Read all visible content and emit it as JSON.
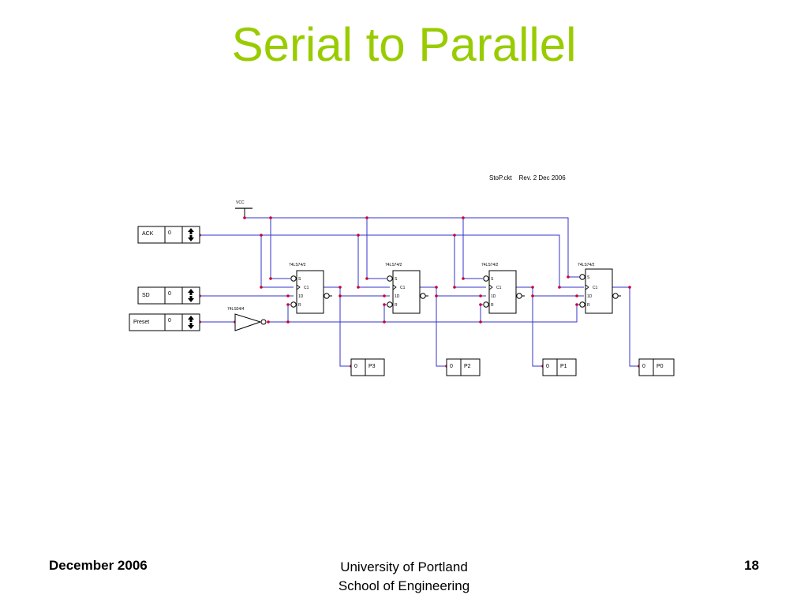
{
  "slide": {
    "title": "Serial to Parallel",
    "footer_left": "December 2006",
    "footer_center_line1": "University of Portland",
    "footer_center_line2": "School of Engineering",
    "page_number": "18"
  },
  "circuit": {
    "file_label": "StoP.ckt    Rev. 2 Dec 2006",
    "vcc_label": "VCC",
    "inputs": [
      {
        "label": "ACK",
        "value": "0"
      },
      {
        "label": "SD",
        "value": "0"
      },
      {
        "label": "Preset",
        "value": "0"
      }
    ],
    "inverter_label": "74LS04/4",
    "flipflops": [
      {
        "label": "74LS74/2",
        "pin_s": "S",
        "pin_c1": "C1",
        "pin_1d": "1D",
        "pin_r": "R"
      },
      {
        "label": "74LS74/2",
        "pin_s": "S",
        "pin_c1": "C1",
        "pin_1d": "1D",
        "pin_r": "R"
      },
      {
        "label": "74LS74/2",
        "pin_s": "S",
        "pin_c1": "C1",
        "pin_1d": "1D",
        "pin_r": "R"
      },
      {
        "label": "74LS74/2",
        "pin_s": "S",
        "pin_c1": "C1",
        "pin_1d": "1D",
        "pin_r": "R"
      }
    ],
    "outputs": [
      {
        "value": "0",
        "label": "P3"
      },
      {
        "value": "0",
        "label": "P2"
      },
      {
        "value": "0",
        "label": "P1"
      },
      {
        "value": "0",
        "label": "P0"
      }
    ]
  },
  "colors": {
    "title": "#99cc00",
    "wire": "#3333cc",
    "junction": "#cc0033"
  }
}
